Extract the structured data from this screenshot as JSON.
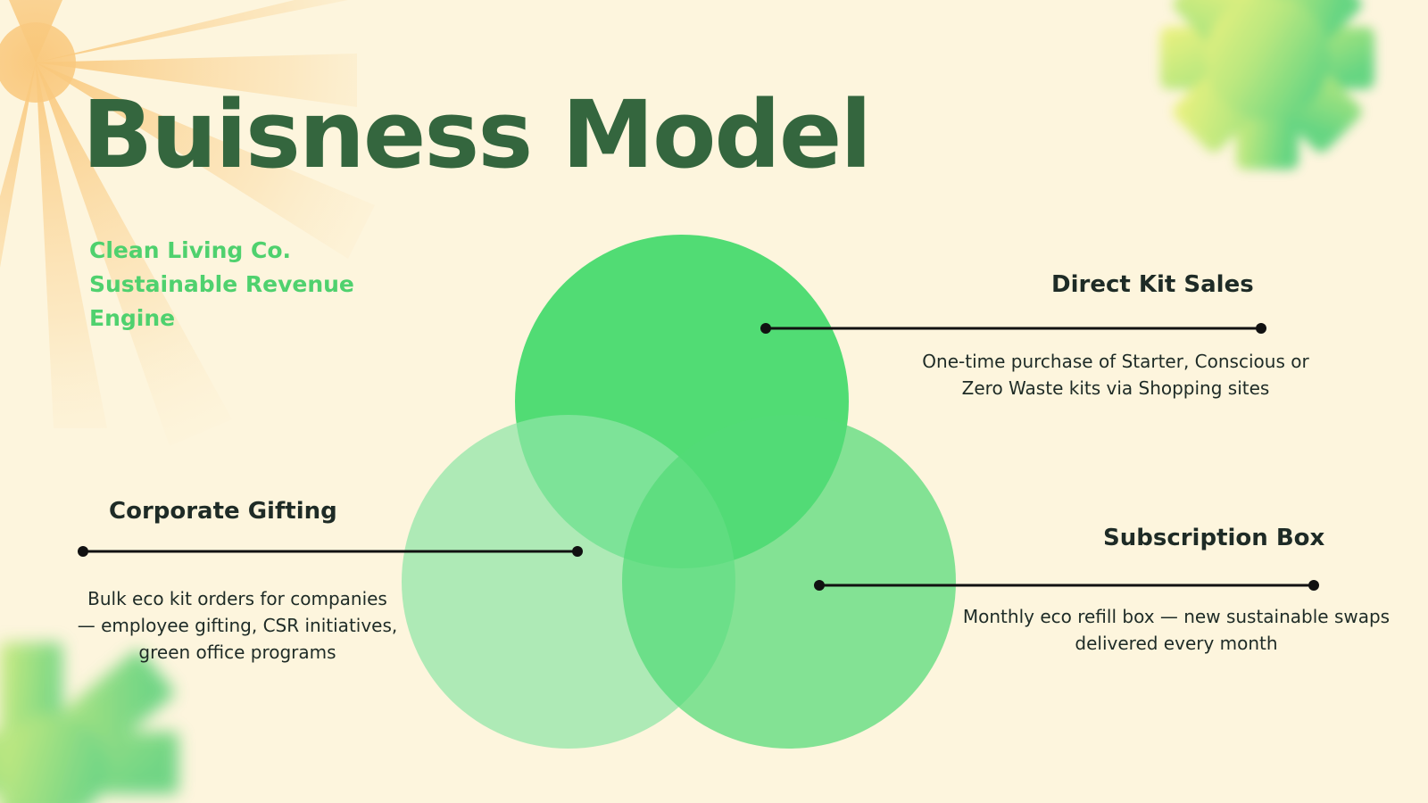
{
  "title": "Buisness Model",
  "subtitle": "Clean Living Co. Sustainable Revenue Engine",
  "segments": {
    "direct": {
      "label": "Direct Kit Sales",
      "description": "One-time purchase of Starter, Conscious or Zero Waste kits via Shopping sites"
    },
    "subscription": {
      "label": "Subscription Box",
      "description": "Monthly eco refill box — new sustainable swaps delivered every month"
    },
    "corporate": {
      "label": "Corporate Gifting",
      "description": "Bulk eco kit orders for companies — employee gifting, CSR initiatives, green office programs"
    }
  },
  "colors": {
    "background": "#fdf5dd",
    "title": "#34663e",
    "subtitle": "#4fd16e",
    "circle_top": "#3ed968",
    "circle_left": "#8fe6a6",
    "circle_right": "#53db77",
    "connector": "#111111"
  }
}
